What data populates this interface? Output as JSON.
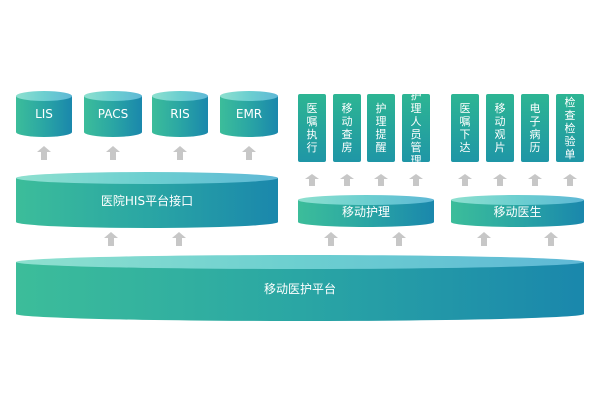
{
  "databases": [
    "LIS",
    "PACS",
    "RIS",
    "EMR"
  ],
  "his_interface": "医院HIS平台接口",
  "nursing_modules": [
    "医嘱执行",
    "移动查房",
    "护理提醒",
    "护理人员管理"
  ],
  "nursing_platform": "移动护理",
  "doctor_modules": [
    "医嘱下达",
    "移动观片",
    "电子病历",
    "检查检验单"
  ],
  "doctor_platform": "移动医生",
  "base_platform": "移动医护平台",
  "colors": {
    "teal": "#2aa6a4",
    "green": "#3cbd9a",
    "blue": "#1a87ac",
    "arrow": "#c7c7c7"
  }
}
